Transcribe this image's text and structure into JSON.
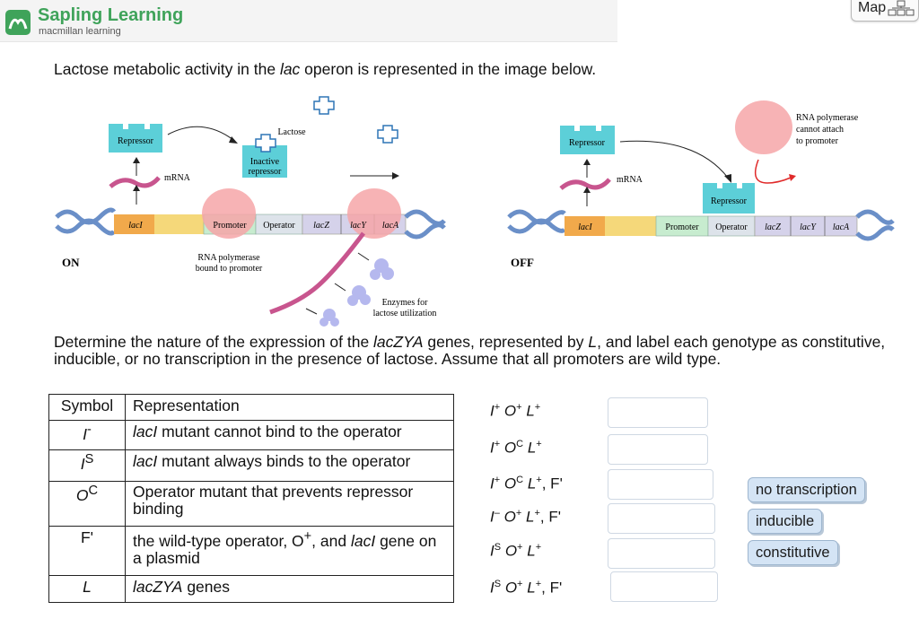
{
  "header": {
    "brand_title": "Sapling Learning",
    "brand_subtitle": "macmillan learning",
    "map_label": "Map"
  },
  "question": {
    "intro": "Lactose metabolic activity in the lac operon is represented in the image below.",
    "instructions": "Determine the nature of the expression of the lacZYA genes, represented by L, and label each genotype as constitutive, inducible, or no transcription in the presence of lactose. Assume that all promoters are wild type."
  },
  "diagram": {
    "on": {
      "state_label": "ON",
      "repressor": "Repressor",
      "lactose": "Lactose",
      "inactive_line1": "Inactive",
      "inactive_line2": "repressor",
      "mrna": "mRNA",
      "gene_laci": "lacI",
      "promoter": "Promoter",
      "operator": "Operator",
      "gene_lacz": "lacZ",
      "gene_lacy": "lacY",
      "gene_laca": "lacA",
      "polymerase_line1": "RNA polymerase",
      "polymerase_line2": "bound to promoter",
      "enzymes_line1": "Enzymes for",
      "enzymes_line2": "lactose utilization"
    },
    "off": {
      "state_label": "OFF",
      "repressor_top": "Repressor",
      "repressor_bound": "Repressor",
      "mrna": "mRNA",
      "gene_laci": "lacI",
      "promoter": "Promoter",
      "operator": "Operator",
      "gene_lacz": "lacZ",
      "gene_lacy": "lacY",
      "gene_laca": "lacA",
      "polymerase_line1": "RNA polymerase",
      "polymerase_line2": "cannot attach",
      "polymerase_line3": "to promoter"
    }
  },
  "table": {
    "header_symbol": "Symbol",
    "header_representation": "Representation",
    "rows": [
      {
        "symbol_base": "I",
        "symbol_sup": "-",
        "rep_italic": "lacI",
        "rep_rest": " mutant cannot bind to the operator"
      },
      {
        "symbol_base": "I",
        "symbol_sup": "S",
        "rep_italic": "lacI",
        "rep_rest": " mutant always binds to the operator"
      },
      {
        "symbol_base": "O",
        "symbol_sup": "C",
        "rep_text": "Operator mutant that prevents repressor binding"
      },
      {
        "symbol": "F'",
        "rep_p1": "the wild-type operator, O",
        "rep_sup": "+",
        "rep_p2": ", and ",
        "rep_italic": "lacI",
        "rep_p3": " gene on a plasmid"
      },
      {
        "symbol": "L",
        "rep_italic": "lacZYA",
        "rep_rest": " genes"
      }
    ]
  },
  "genotypes": [
    {
      "i": "+",
      "o": "+",
      "l": "+",
      "suffix": ""
    },
    {
      "i": "+",
      "o": "C",
      "l": "+",
      "suffix": ""
    },
    {
      "i": "+",
      "o": "C",
      "l": "+",
      "suffix": ", F'"
    },
    {
      "i": "–",
      "o": "+",
      "l": "+",
      "suffix": ", F'"
    },
    {
      "i": "S",
      "o": "+",
      "l": "+",
      "suffix": ""
    },
    {
      "i": "S",
      "o": "+",
      "l": "+",
      "suffix": ", F'"
    }
  ],
  "answer_options": [
    "no transcription",
    "inducible",
    "constitutive"
  ],
  "colors": {
    "brand_green": "#3fa35a",
    "chip_bg": "#d4e4f5",
    "repressor": "#5ccfd8",
    "polymerase": "#f6a6a8",
    "mrna": "#c8558e",
    "enzyme": "#b5b8ee"
  }
}
